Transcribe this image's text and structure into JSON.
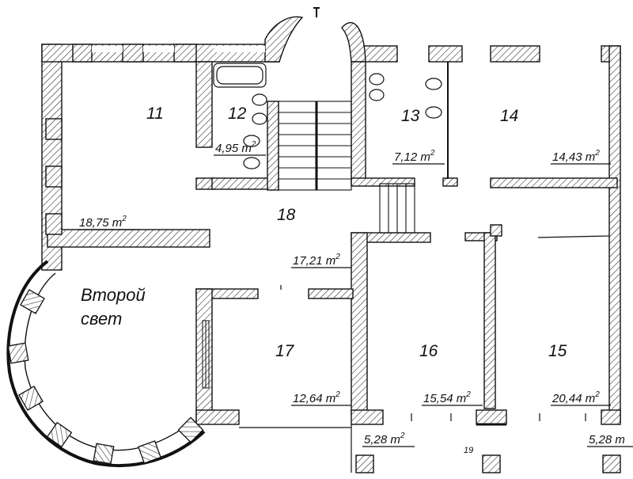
{
  "plan": {
    "rooms": [
      {
        "id": "11",
        "area": "18,75"
      },
      {
        "id": "12",
        "area": "4,95"
      },
      {
        "id": "13",
        "area": "7,12"
      },
      {
        "id": "14",
        "area": "14,43"
      },
      {
        "id": "15",
        "area": "20,44"
      },
      {
        "id": "16",
        "area": "15,54"
      },
      {
        "id": "17",
        "area": "12,64"
      },
      {
        "id": "18",
        "area": "17,21"
      }
    ],
    "extra_areas": [
      "5,28",
      "5,28"
    ],
    "unit": "m",
    "unit_sup": "2",
    "second_light_line1": "Второй",
    "second_light_line2": "свет",
    "balcony_label": "19"
  }
}
